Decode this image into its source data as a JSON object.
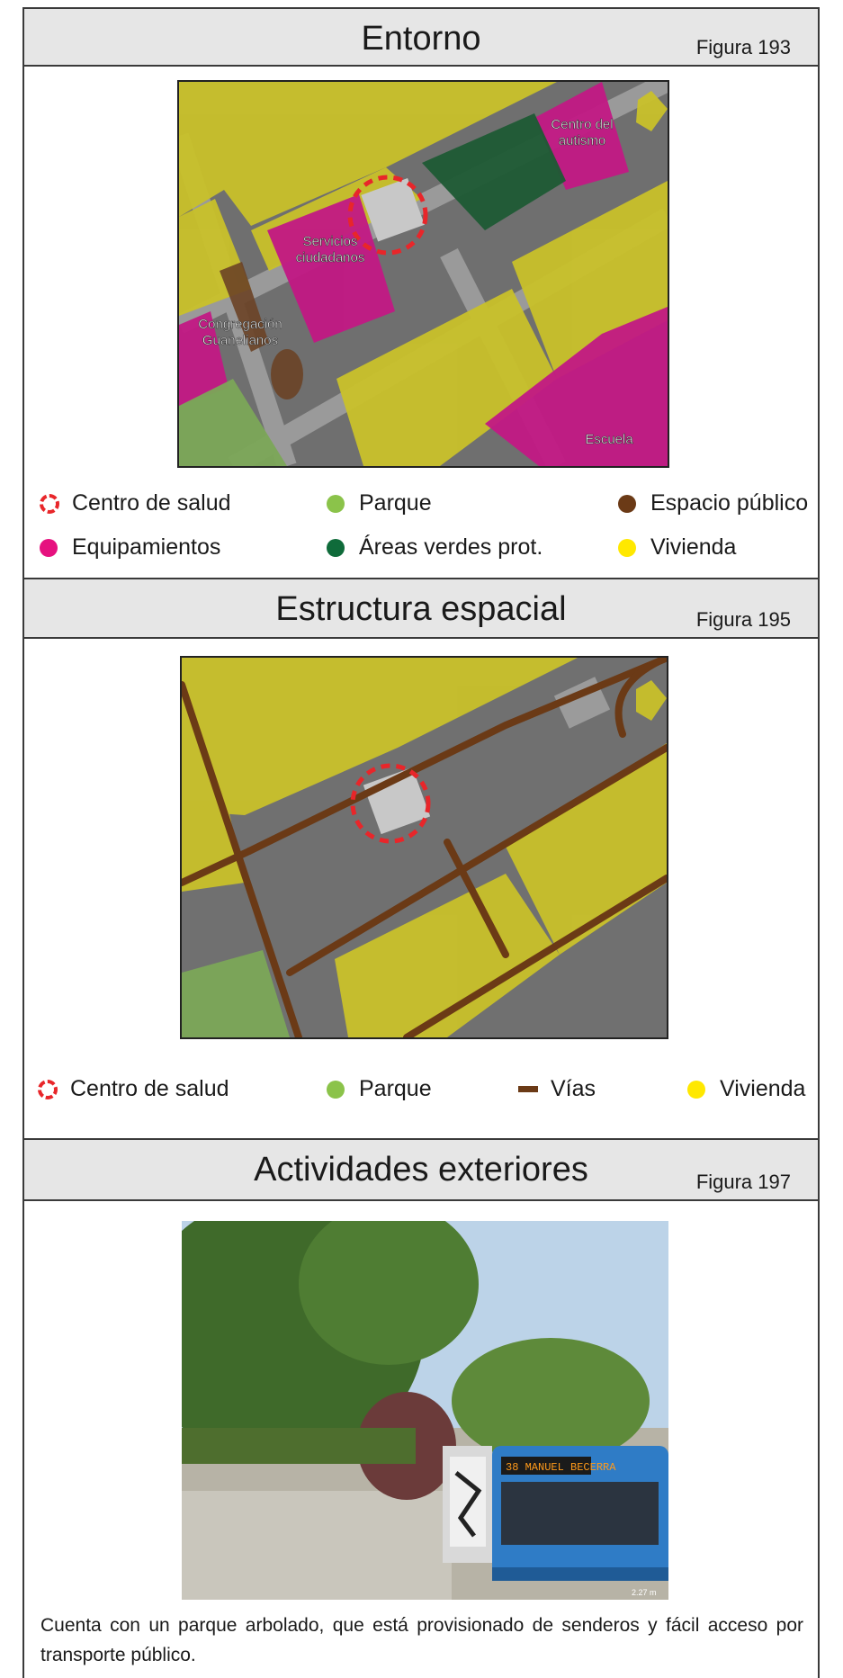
{
  "sections": [
    {
      "title": "Entorno",
      "figure": "Figura 193"
    },
    {
      "title": "Estructura espacial",
      "figure": "Figura 195"
    },
    {
      "title": "Actividades exteriores",
      "figure": "Figura 197"
    }
  ],
  "map1": {
    "labels": {
      "autismo_1": "Centro del",
      "autismo_2": "autismo",
      "servicios_1": "Servicios",
      "servicios_2": "ciudadanos",
      "congregacion_1": "Congregación",
      "congregacion_2": "Guanelianos",
      "escuela": "Escuela"
    },
    "legend": [
      {
        "label": "Centro de salud",
        "icon": "dashed-ring",
        "color": "#e8262a"
      },
      {
        "label": "Parque",
        "icon": "dot",
        "color": "#8bc34a"
      },
      {
        "label": "Espacio público",
        "icon": "dot",
        "color": "#6b3a16"
      },
      {
        "label": "Equipamientos",
        "icon": "dot",
        "color": "#e6117f"
      },
      {
        "label": "Áreas verdes prot.",
        "icon": "dot",
        "color": "#0f6b3a"
      },
      {
        "label": "Vivienda",
        "icon": "dot",
        "color": "#ffe800"
      }
    ]
  },
  "map2": {
    "legend": [
      {
        "label": "Centro de salud",
        "icon": "dashed-ring",
        "color": "#e8262a"
      },
      {
        "label": "Parque",
        "icon": "dot",
        "color": "#8bc34a"
      },
      {
        "label": "Vías",
        "icon": "dash",
        "color": "#6b3a16"
      },
      {
        "label": "Vivienda",
        "icon": "dot",
        "color": "#ffe800"
      }
    ]
  },
  "photo": {
    "bus_sign": "38 MANUEL BECERRA",
    "watermark": "2.27 m"
  },
  "caption": "Cuenta con un parque arbolado, que está provisionado de senderos y fácil acceso por transporte público."
}
